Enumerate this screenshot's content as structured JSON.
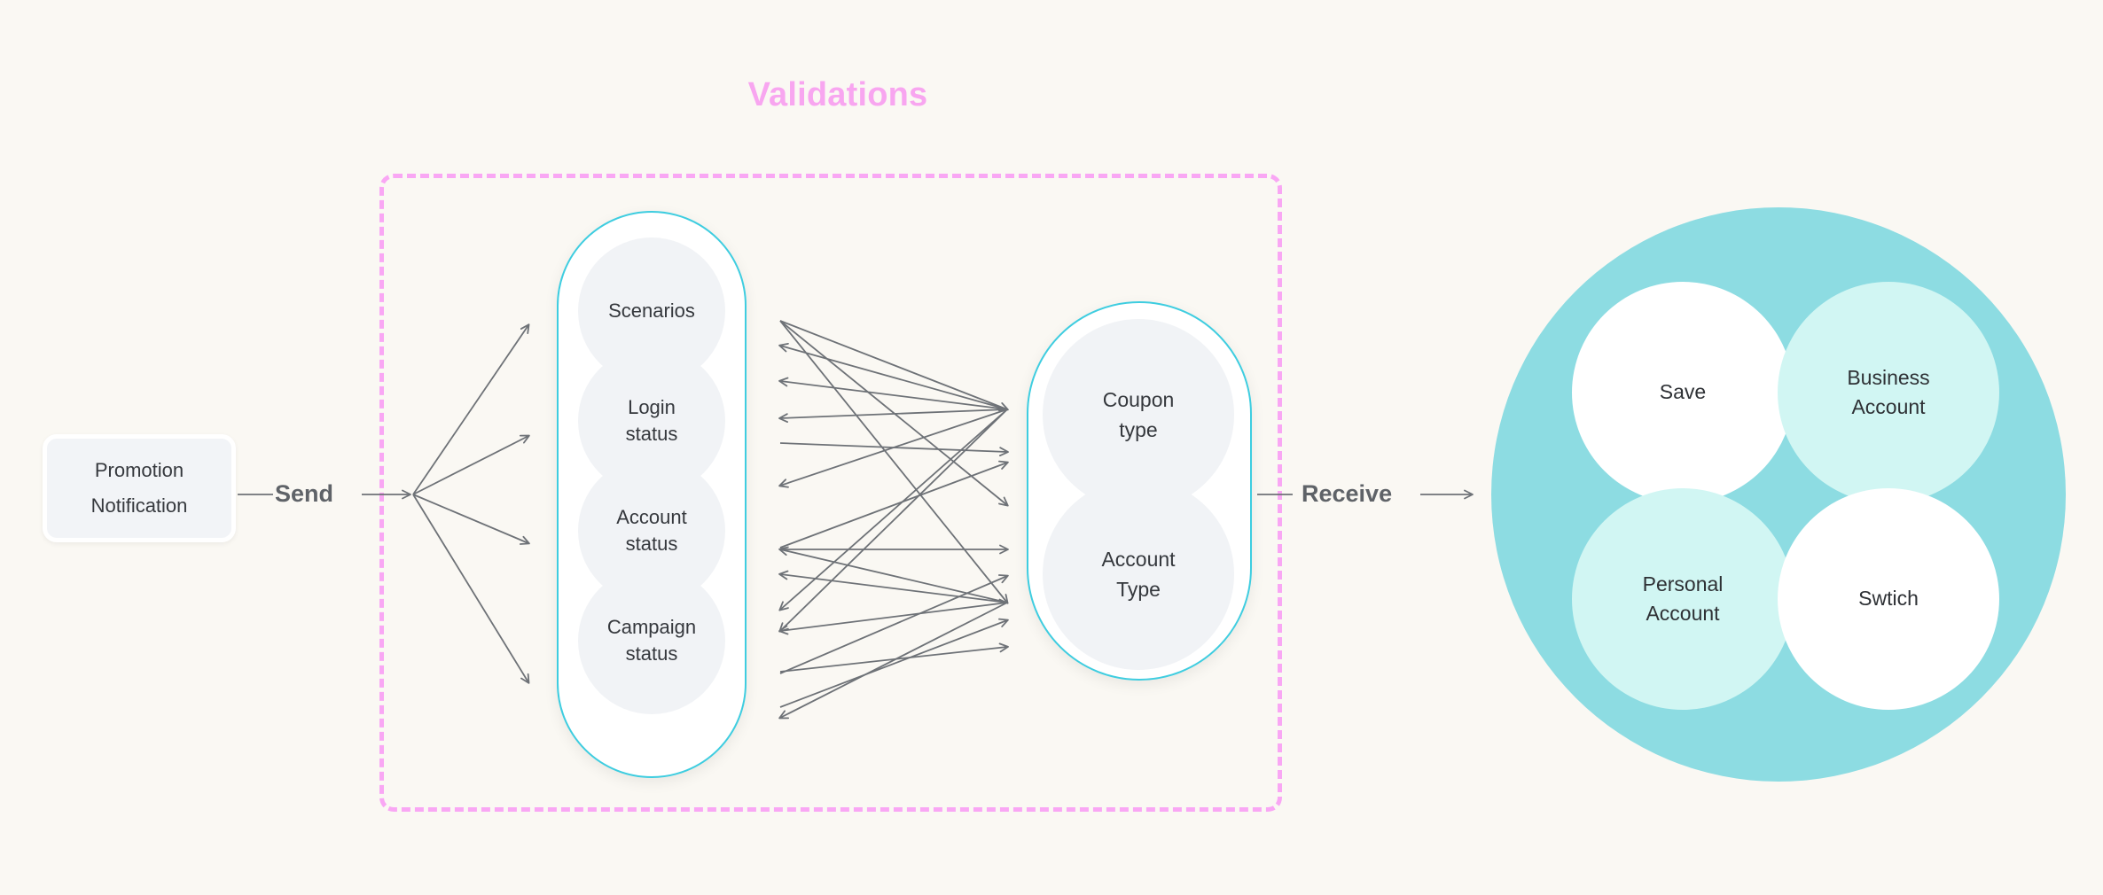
{
  "title": "Validations",
  "accent_colors": {
    "title_pink": "#f8a6f0",
    "dashed_border_pink": "#f9a7f4",
    "pill_outline_teal": "#3ecde0",
    "cluster_teal": "#8ddce2",
    "cluster_pale_teal": "#d1f6f3",
    "node_fill_gray": "#f1f3f6",
    "background": "#faf8f3",
    "arrow_gray": "#6e7277",
    "text_dark": "#35383d",
    "label_gray": "#5f6368"
  },
  "source": {
    "line1": "Promotion",
    "line2": "Notification"
  },
  "edges": {
    "send_label": "Send",
    "receive_label": "Receive"
  },
  "validations": {
    "group_one": [
      {
        "line1": "Scenarios",
        "line2": ""
      },
      {
        "line1": "Login",
        "line2": "status"
      },
      {
        "line1": "Account",
        "line2": "status"
      },
      {
        "line1": "Campaign",
        "line2": "status"
      }
    ],
    "group_two": [
      {
        "line1": "Coupon",
        "line2": "type"
      },
      {
        "line1": "Account",
        "line2": "Type"
      }
    ]
  },
  "outcomes": [
    {
      "id": "save",
      "line1": "Save",
      "line2": ""
    },
    {
      "id": "business",
      "line1": "Business",
      "line2": "Account"
    },
    {
      "id": "personal",
      "line1": "Personal",
      "line2": "Account"
    },
    {
      "id": "switch",
      "line1": "Swtich",
      "line2": ""
    }
  ]
}
